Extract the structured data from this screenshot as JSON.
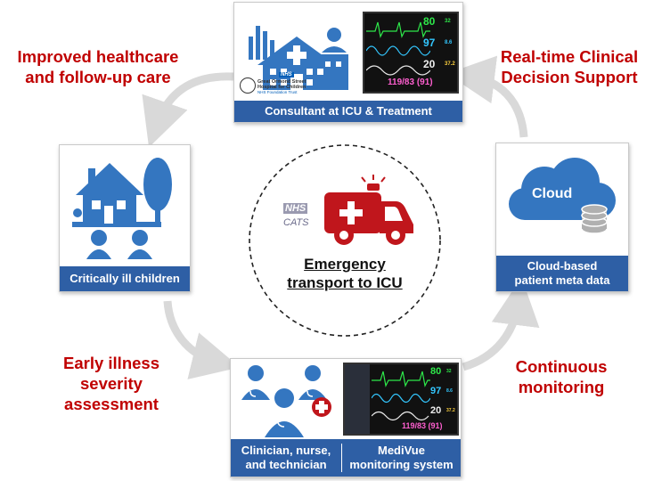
{
  "top_card": {
    "label": "Consultant at ICU & Treatment",
    "hospital_badge": "NHS",
    "hospital_name_1": "Great Ormond Street",
    "hospital_name_2": "Hospital for Children",
    "hospital_trust": "NHS Foundation Trust"
  },
  "left_card": {
    "label": "Critically ill children"
  },
  "right_card": {
    "label_line1": "Cloud-based",
    "label_line2": "patient meta data",
    "cloud_text": "Cloud"
  },
  "bottom_card": {
    "left_label_line1": "Clinician, nurse,",
    "left_label_line2": "and technician",
    "right_label_line1": "MediVue",
    "right_label_line2": "monitoring system"
  },
  "center": {
    "title_line1": "Emergency",
    "title_line2": "transport to ICU",
    "nhs": "NHS",
    "cats": "CATS"
  },
  "captions": {
    "top_left_1": "Improved healthcare",
    "top_left_2": "and follow-up care",
    "top_right_1": "Real-time Clinical",
    "top_right_2": "Decision Support",
    "bottom_left_1": "Early illness",
    "bottom_left_2": "severity",
    "bottom_left_3": "assessment",
    "bottom_right_1": "Continuous",
    "bottom_right_2": "monitoring"
  },
  "monitor": {
    "hr": "80",
    "spo2": "97",
    "resp": "20",
    "bp": "119/83 (91)",
    "side1": "32",
    "side2": "8.6",
    "side3": "37.2"
  },
  "colors": {
    "blue": "#2e5fa5",
    "red": "#c00000",
    "icon_blue": "#3476c0",
    "ambulance_red": "#c0161c"
  }
}
